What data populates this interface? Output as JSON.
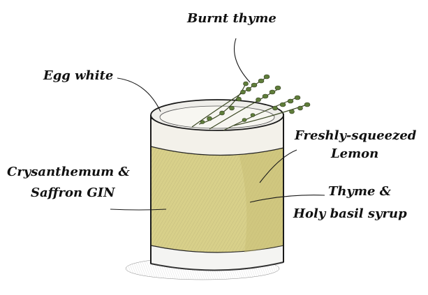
{
  "labels": {
    "burnt_thyme": "Burnt thyme",
    "egg_white": "Egg white",
    "lemon_line1": "Freshly-squeezed",
    "lemon_line2": "Lemon",
    "gin_line1": "Crysanthemum &",
    "gin_line2": "Saffron GIN",
    "syrup_line1": "Thyme &",
    "syrup_line2": "Holy basil syrup"
  },
  "colors": {
    "liquid": "#d8d08a",
    "liquid_shade": "#c8bd72",
    "foam": "#f3f1ea",
    "ink": "#1a1a1a",
    "thyme": "#5f7d3a"
  }
}
